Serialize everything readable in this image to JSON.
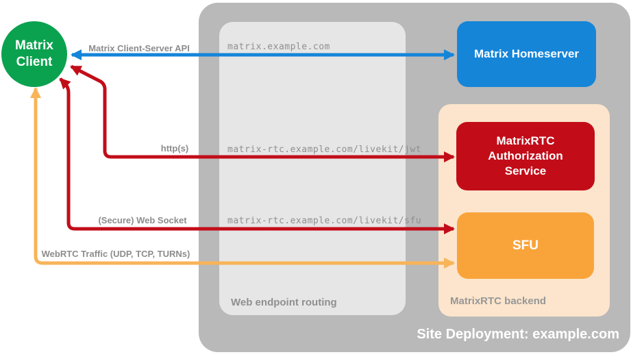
{
  "diagram": {
    "site_title": "Site Deployment: example.com",
    "containers": {
      "web_routing": {
        "label": "Web endpoint routing",
        "bg": "#e6e6e6"
      },
      "rtc_backend": {
        "label": "MatrixRTC backend",
        "bg": "#fce5cc"
      },
      "site": {
        "bg": "#b9b9b9"
      }
    },
    "nodes": {
      "matrix_client": {
        "label": "Matrix Client",
        "color": "#0aa24f"
      },
      "homeserver": {
        "label": "Matrix Homeserver",
        "color": "#1585d8"
      },
      "auth_service": {
        "label": "MatrixRTC Authorization Service",
        "color": "#c20d19"
      },
      "sfu": {
        "label": "SFU",
        "color": "#f9a43b"
      }
    },
    "routes": [
      "matrix.example.com",
      "matrix-rtc.example.com/livekit/jwt",
      "matrix-rtc.example.com/livekit/sfu"
    ],
    "connections": [
      {
        "label": "Matrix Client-Server API",
        "color": "#1585d8",
        "from": "Matrix Client",
        "to": "Matrix Homeserver",
        "bidirectional": true
      },
      {
        "label": "http(s)",
        "color": "#c20d19",
        "from": "Matrix Client",
        "to": "MatrixRTC Authorization Service",
        "bidirectional": true
      },
      {
        "label": "(Secure) Web Socket",
        "color": "#c20d19",
        "from": "Matrix Client",
        "to": "SFU",
        "bidirectional": true
      },
      {
        "label": "WebRTC Traffic (UDP, TCP, TURNs)",
        "color": "#f8b459",
        "from": "Matrix Client",
        "to": "SFU",
        "bidirectional": true
      }
    ],
    "label_color": "#8c8c8c"
  }
}
